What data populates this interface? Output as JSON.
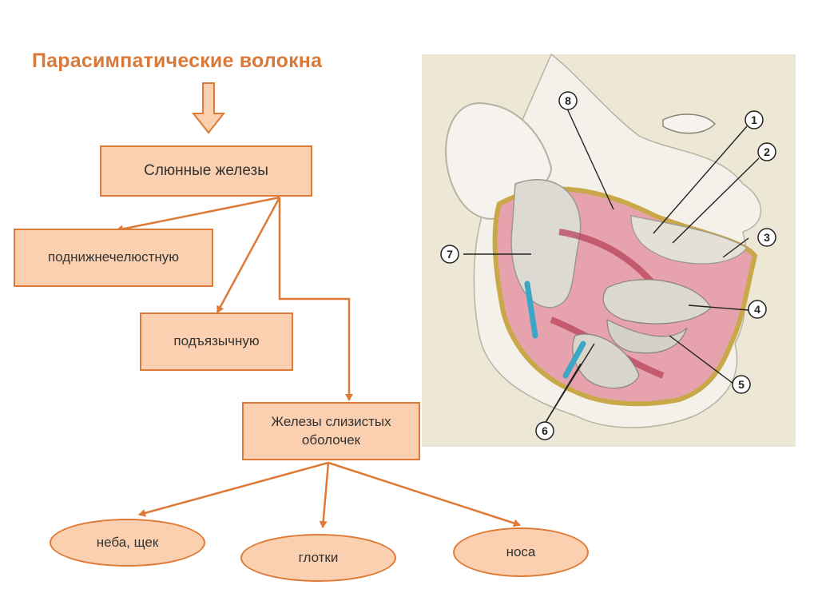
{
  "title": "Парасимпатические волокна",
  "nodes": {
    "salivary_glands": "Слюнные железы",
    "submandibular": "поднижнечелюстную",
    "sublingual": "подъязычную",
    "mucous_glands": "Железы слизистых\nоболочек",
    "palate_cheeks": "неба, щек",
    "pharynx": "глотки",
    "nose": "носа"
  },
  "illustration": {
    "labels": [
      "1",
      "2",
      "3",
      "4",
      "5",
      "6",
      "7",
      "8"
    ]
  },
  "colors": {
    "accent": "#de7a36",
    "box_fill": "#fbd0b0",
    "title": "#d9793a",
    "text": "#333333"
  }
}
